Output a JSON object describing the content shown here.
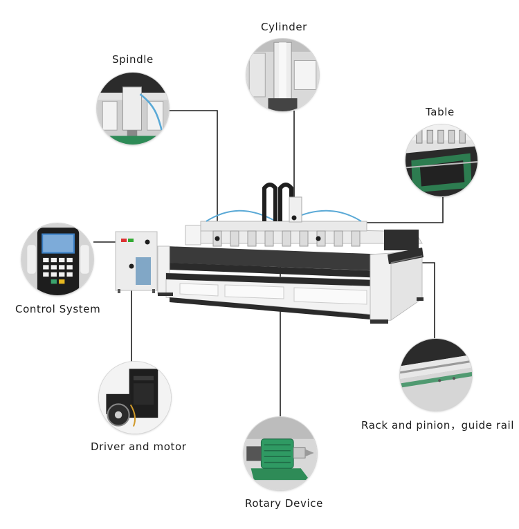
{
  "labels": {
    "cylinder": "Cylinder",
    "spindle": "Spindle",
    "table": "Table",
    "control_system": "Control System",
    "rack_guide": "Rack and pinion，guide rail",
    "driver_motor": "Driver and motor",
    "rotary_device": "Rotary Device"
  },
  "colors": {
    "leader_line": "#1e1e1e",
    "frame_white": "#f2f2f2",
    "frame_dark": "#2b2b2b",
    "cable_chain": "#1f1f1f",
    "accent_blue": "#5aa9d6",
    "accent_green": "#2e8b57"
  }
}
